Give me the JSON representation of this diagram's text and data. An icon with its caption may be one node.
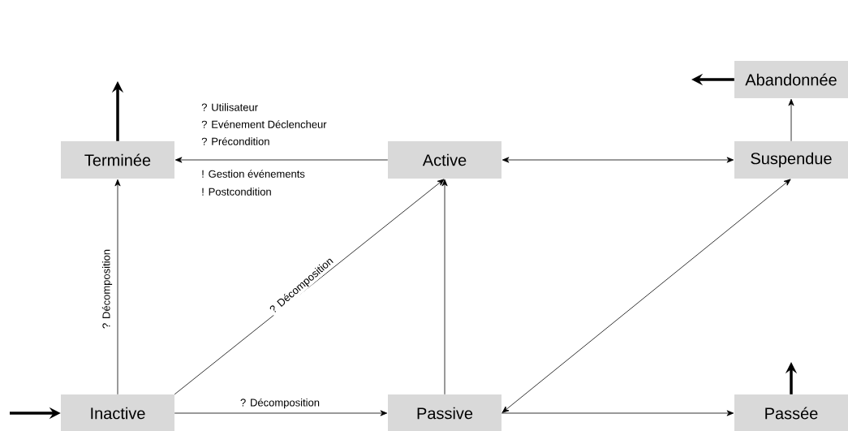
{
  "diagram": {
    "nodes": [
      {
        "text": [
          "Abandonnée"
        ]
      },
      {
        "text": [
          "Terminée"
        ]
      },
      {
        "text": [
          "Active"
        ]
      },
      {
        "text": [
          "Suspendue"
        ]
      },
      {
        "text": [
          "Inactive"
        ]
      },
      {
        "text": [
          "Passive"
        ]
      },
      {
        "text": [
          "Passée"
        ]
      }
    ],
    "edges": [
      {
        "from": 2,
        "to": 1,
        "arrow": "to"
      },
      {
        "from": 2,
        "to": 3,
        "arrow": "both"
      },
      {
        "from": 3,
        "to": 0,
        "arrow": "to"
      },
      {
        "from": 4,
        "to": 1,
        "arrow": "to",
        "label": "? Décomposition"
      },
      {
        "from": 4,
        "to": 2,
        "arrow": "to",
        "label": "? Décomposition"
      },
      {
        "from": 4,
        "to": 5,
        "arrow": "to",
        "label": "? Décomposition"
      },
      {
        "from": 5,
        "to": 2,
        "arrow": "to"
      },
      {
        "from": 5,
        "to": 3,
        "arrow": "both"
      },
      {
        "from": 5,
        "to": 6,
        "arrow": "to"
      },
      {
        "from": null,
        "to": 4,
        "arrow": "to",
        "style": "thick"
      },
      {
        "from": 1,
        "to": null,
        "arrow": "to",
        "style": "thick"
      },
      {
        "from": 0,
        "to": null,
        "arrow": "to",
        "style": "thick"
      },
      {
        "from": 6,
        "to": null,
        "arrow": "to",
        "style": "thick"
      }
    ],
    "labels": [
      "? Utilisateur",
      "? Evénement Déclencheur",
      "? Précondition",
      "! Gestion événements",
      "! Postcondition"
    ]
  }
}
